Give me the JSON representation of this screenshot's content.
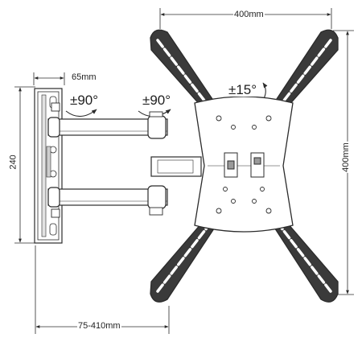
{
  "diagram": {
    "dimensions": {
      "top_width": "400mm",
      "right_height": "400mm",
      "arm_depth": "65mm",
      "wall_plate_height": "240",
      "extension_range": "75-410mm"
    },
    "angles": {
      "swivel_wall": "±90°",
      "swivel_arm": "±90°",
      "tilt_rotation": "±15°"
    },
    "colors": {
      "line": "#2b2b2b",
      "fill_dark": "#3a3a3a",
      "fill_light": "#ffffff",
      "text": "#1f1f1f"
    }
  }
}
